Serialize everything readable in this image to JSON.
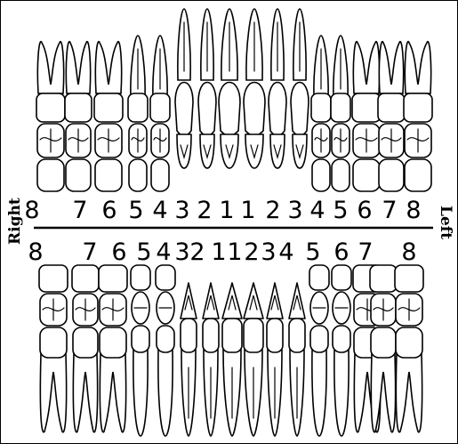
{
  "labels": {
    "right": "Right",
    "left": "Left"
  },
  "upper_numbers": [
    "8",
    "7",
    "6",
    "5",
    "4",
    "3",
    "2",
    "1",
    "1",
    "2",
    "3",
    "4",
    "5",
    "6",
    "7",
    "8"
  ],
  "lower_numbers": [
    "8",
    "7",
    "6",
    "5",
    "4",
    "3",
    "2",
    "1",
    "1",
    "2",
    "3",
    "4",
    "5",
    "6",
    "7",
    "8"
  ]
}
